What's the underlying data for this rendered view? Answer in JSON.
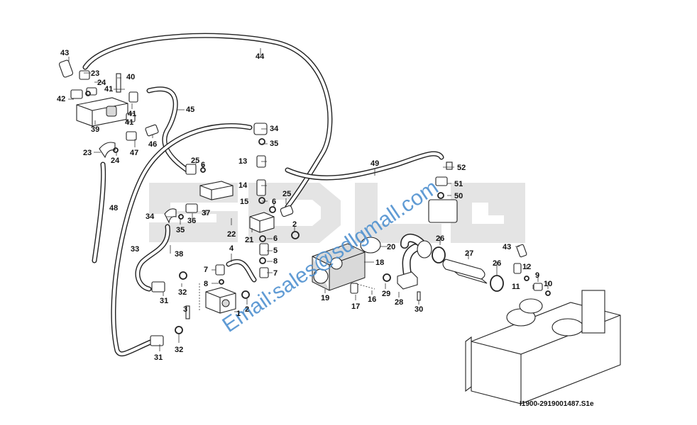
{
  "watermark": {
    "brand_text": "SDLG",
    "email_text": "Email:sales@sdlgmall.com",
    "email_color": "#4f91d0",
    "brand_color": "#e4e4e4"
  },
  "reference_code": "I1900-2919001487.S1e",
  "callouts": [
    {
      "id": "c43a",
      "text": "43"
    },
    {
      "id": "c23a",
      "text": "23"
    },
    {
      "id": "c24a",
      "text": "24"
    },
    {
      "id": "c40",
      "text": "40"
    },
    {
      "id": "c41a",
      "text": "41"
    },
    {
      "id": "c42",
      "text": "42"
    },
    {
      "id": "c41b",
      "text": "41"
    },
    {
      "id": "c41c",
      "text": "41"
    },
    {
      "id": "c39",
      "text": "39"
    },
    {
      "id": "c46",
      "text": "46"
    },
    {
      "id": "c47",
      "text": "47"
    },
    {
      "id": "c23b",
      "text": "23"
    },
    {
      "id": "c24b",
      "text": "24"
    },
    {
      "id": "c45",
      "text": "45"
    },
    {
      "id": "c44",
      "text": "44"
    },
    {
      "id": "c48",
      "text": "48"
    },
    {
      "id": "c25a",
      "text": "25"
    },
    {
      "id": "c6a",
      "text": "6"
    },
    {
      "id": "c34a",
      "text": "34"
    },
    {
      "id": "c35a",
      "text": "35"
    },
    {
      "id": "c13",
      "text": "13"
    },
    {
      "id": "c14",
      "text": "14"
    },
    {
      "id": "c15",
      "text": "15"
    },
    {
      "id": "c6b",
      "text": "6"
    },
    {
      "id": "c25b",
      "text": "25"
    },
    {
      "id": "c37",
      "text": "37"
    },
    {
      "id": "c36",
      "text": "36"
    },
    {
      "id": "c34b",
      "text": "34"
    },
    {
      "id": "c35b",
      "text": "35"
    },
    {
      "id": "c22",
      "text": "22"
    },
    {
      "id": "c21",
      "text": "21"
    },
    {
      "id": "c2a",
      "text": "2"
    },
    {
      "id": "c6c",
      "text": "6"
    },
    {
      "id": "c5",
      "text": "5"
    },
    {
      "id": "c8a",
      "text": "8"
    },
    {
      "id": "c7a",
      "text": "7"
    },
    {
      "id": "c33",
      "text": "33"
    },
    {
      "id": "c38",
      "text": "38"
    },
    {
      "id": "c4",
      "text": "4"
    },
    {
      "id": "c7b",
      "text": "7"
    },
    {
      "id": "c8b",
      "text": "8"
    },
    {
      "id": "c31a",
      "text": "31"
    },
    {
      "id": "c32a",
      "text": "32"
    },
    {
      "id": "c3",
      "text": "3"
    },
    {
      "id": "c2b",
      "text": "2"
    },
    {
      "id": "c1",
      "text": "1"
    },
    {
      "id": "c32b",
      "text": "32"
    },
    {
      "id": "c31b",
      "text": "31"
    },
    {
      "id": "c49",
      "text": "49"
    },
    {
      "id": "c52",
      "text": "52"
    },
    {
      "id": "c51",
      "text": "51"
    },
    {
      "id": "c50",
      "text": "50"
    },
    {
      "id": "c20",
      "text": "20"
    },
    {
      "id": "c26a",
      "text": "26"
    },
    {
      "id": "c27",
      "text": "27"
    },
    {
      "id": "c26b",
      "text": "26"
    },
    {
      "id": "c43b",
      "text": "43"
    },
    {
      "id": "c12",
      "text": "12"
    },
    {
      "id": "c9",
      "text": "9"
    },
    {
      "id": "c11",
      "text": "11"
    },
    {
      "id": "c10",
      "text": "10"
    },
    {
      "id": "c18",
      "text": "18"
    },
    {
      "id": "c19",
      "text": "19"
    },
    {
      "id": "c29",
      "text": "29"
    },
    {
      "id": "c16",
      "text": "16"
    },
    {
      "id": "c17",
      "text": "17"
    },
    {
      "id": "c28",
      "text": "28"
    },
    {
      "id": "c30",
      "text": "30"
    }
  ]
}
